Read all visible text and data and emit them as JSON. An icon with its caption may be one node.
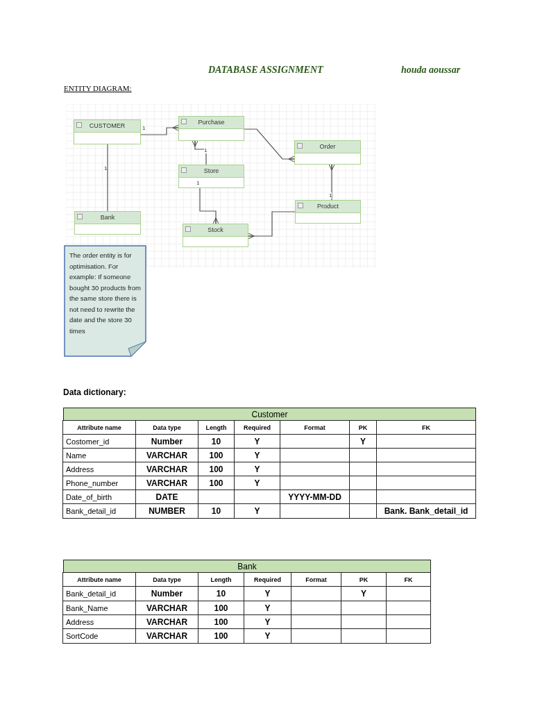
{
  "diagram": {
    "title": "DATABASE ASSIGNMENT",
    "nodes": [
      {
        "text": [
          "CUSTOMER"
        ]
      },
      {
        "text": [
          "Purchase"
        ]
      },
      {
        "text": [
          "Order"
        ]
      },
      {
        "text": [
          "Store"
        ]
      },
      {
        "text": [
          "Bank"
        ]
      },
      {
        "text": [
          "Product"
        ]
      },
      {
        "text": [
          "Stock"
        ]
      },
      {
        "text": [
          "The order entity is for optimisation. For example: If someone bought 30 products from the same  store there is not need to rewrite the date and the store 30  times"
        ]
      }
    ],
    "edges": [
      {
        "from": 0,
        "to": 1,
        "arrow": "other",
        "label": "1"
      },
      {
        "from": 0,
        "to": 4,
        "arrow": "none",
        "label": "1"
      },
      {
        "from": 3,
        "to": 1,
        "arrow": "other",
        "label": "1"
      },
      {
        "from": 1,
        "to": 2,
        "arrow": "other"
      },
      {
        "from": 5,
        "to": 2,
        "arrow": "other",
        "label": "1"
      },
      {
        "from": 3,
        "to": 6,
        "arrow": "other",
        "label": "1"
      },
      {
        "from": 5,
        "to": 6,
        "arrow": "other"
      }
    ],
    "labels": [
      "houda aoussar",
      "ENTITY DIAGRAM:",
      "Data dictionary:",
      "Customer",
      "Attribute name",
      "Data type",
      "Length",
      "Required",
      "Format",
      "PK",
      "FK",
      "Costomer_id",
      "Number",
      "10",
      "Y",
      "Y",
      "Name",
      "VARCHAR",
      "100",
      "Y",
      "Address",
      "VARCHAR",
      "100",
      "Y",
      "Phone_number",
      "VARCHAR",
      "100",
      "Y",
      "Date_of_birth",
      "DATE",
      "YYYY-MM-DD",
      "Bank_detail_id",
      "NUMBER",
      "10",
      "Y",
      "Bank. Bank_detail_id",
      "Bank",
      "Attribute name",
      "Data type",
      "Length",
      "Required",
      "Format",
      "PK",
      "FK",
      "Bank_detail_id",
      "Number",
      "10",
      "Y",
      "Y",
      "Bank_Name",
      "VARCHAR",
      "100",
      "Y",
      "Address",
      "VARCHAR",
      "100",
      "Y",
      "SortCode",
      "VARCHAR",
      "100",
      "Y"
    ]
  }
}
